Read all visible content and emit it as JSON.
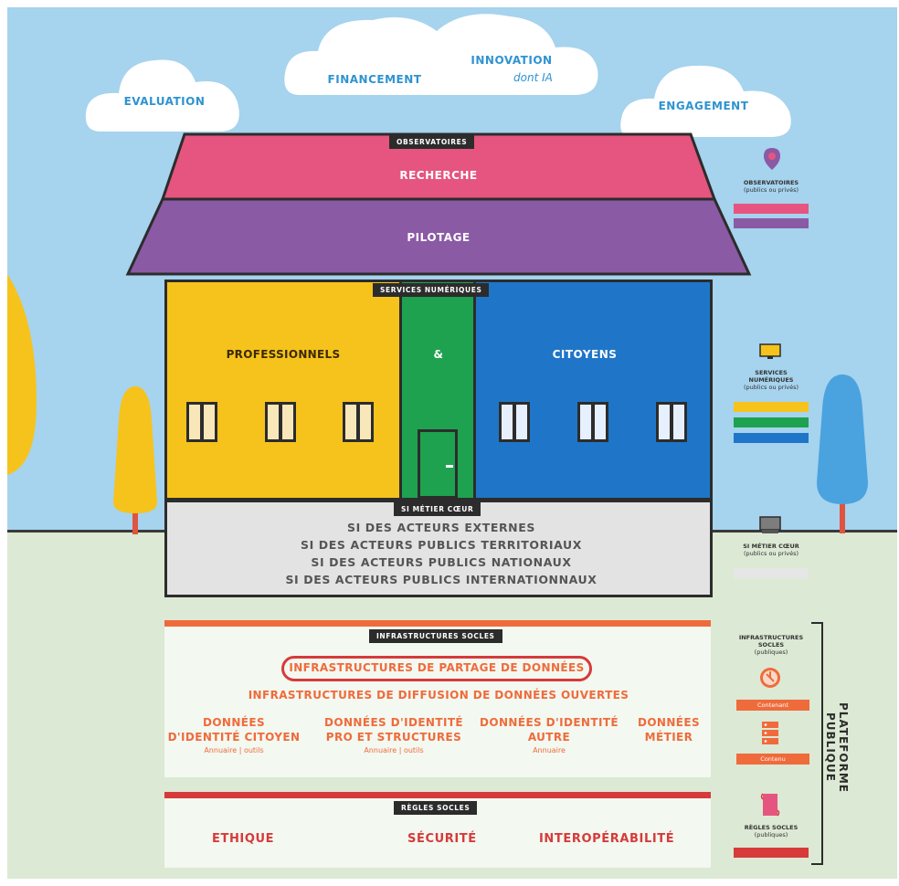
{
  "clouds": {
    "evaluation": "EVALUATION",
    "financement": "FINANCEMENT",
    "innovation": "INNOVATION",
    "innovation_sub": "dont IA",
    "engagement": "ENGAGEMENT"
  },
  "roof": {
    "tag": "OBSERVATOIRES",
    "recherche": "RECHERCHE",
    "pilotage": "PILOTAGE"
  },
  "building": {
    "tag": "SERVICES NUMÉRIQUES",
    "professionnels": "PROFESSIONNELS",
    "ampersand": "&",
    "citoyens": "CITOYENS"
  },
  "metier": {
    "tag": "SI MÉTIER CŒUR",
    "lines": [
      "SI DES ACTEURS EXTERNES",
      "SI DES ACTEURS PUBLICS TERRITORIAUX",
      "SI DES ACTEURS PUBLICS NATIONAUX",
      "SI DES ACTEURS PUBLICS INTERNATIONNAUX"
    ]
  },
  "infra": {
    "tag": "INFRASTRUCTURES SOCLES",
    "partage": "INFRASTRUCTURES DE PARTAGE DE DONNÉES",
    "diffusion": "INFRASTRUCTURES DE DIFFUSION DE DONNÉES OUVERTES",
    "col1_a": "DONNÉES",
    "col1_b": "D'IDENTITÉ CITOYEN",
    "col1_c": "Annuaire | outils",
    "col2_a": "DONNÉES D'IDENTITÉ",
    "col2_b": "PRO ET STRUCTURES",
    "col2_c": "Annuaire | outils",
    "col3_a": "DONNÉES D'IDENTITÉ",
    "col3_b": "AUTRE",
    "col3_c": "Annuaire",
    "col4_a": "DONNÉES",
    "col4_b": "MÉTIER"
  },
  "rules": {
    "tag": "RÈGLES SOCLES",
    "ethique": "ETHIQUE",
    "securite": "SÉCURITÉ",
    "interop": "INTEROPÉRABILITÉ"
  },
  "legend": {
    "observatoires": "OBSERVATOIRES",
    "observatoires_sub": "(publics ou privés)",
    "services_1": "SERVICES",
    "services_2": "NUMÉRIQUES",
    "services_sub": "(publics ou privés)",
    "metier": "SI MÉTIER CŒUR",
    "metier_sub": "(publics ou privés)",
    "infra_1": "INFRASTRUCTURES",
    "infra_2": "SOCLES",
    "infra_sub": "(publiques)",
    "contenant": "Contenant",
    "contenu": "Contenu",
    "regles_1": "RÈGLES SOCLES",
    "regles_sub": "(publiques)",
    "plateforme": "PLATEFORME PUBLIQUE"
  },
  "colors": {
    "sky": "#a6d3ee",
    "ground": "#dce9d4",
    "pink": "#e5557f",
    "purple": "#8b5aa4",
    "yellow": "#f6c31c",
    "green": "#1ea24f",
    "blue": "#1f76c8",
    "grey": "#e0e0e0",
    "orange": "#ef6b3b",
    "red": "#d73a3a"
  }
}
